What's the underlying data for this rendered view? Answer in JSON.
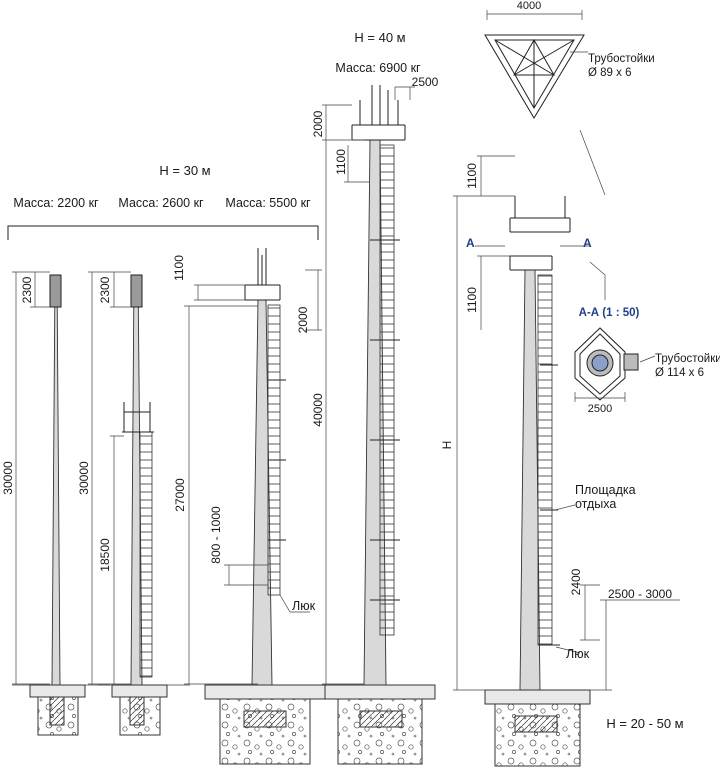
{
  "groups": {
    "h30": "H = 30 м",
    "h40": "H = 40 м",
    "h2050": "H = 20 - 50 м"
  },
  "mass": {
    "m2200": "Масса: 2200 кг",
    "m2600": "Масса: 2600 кг",
    "m5500": "Масса: 5500 кг",
    "m6900": "Масса: 6900 кг"
  },
  "dims": {
    "d30000a": "30000",
    "d2300a": "2300",
    "d30000b": "30000",
    "d2300b": "2300",
    "d18500": "18500",
    "d1100a": "1100",
    "d2000a": "2000",
    "d27000": "27000",
    "d800": "800 - 1000",
    "d2000b": "2000",
    "d1100b": "1100",
    "d2500a": "2500",
    "d40000": "40000",
    "d4000": "4000",
    "d1100c": "1100",
    "d1100d": "1100",
    "dH": "H",
    "d2500b": "2500",
    "d2400": "2400",
    "d2500_3000": "2500 - 3000"
  },
  "labels": {
    "hatch1": "Люк",
    "hatch2": "Люк",
    "pipes1": "Трубостойки",
    "pipes1_dim": "Ø 89 х 6",
    "pipes2": "Трубостойки",
    "pipes2_dim": "Ø 114 х 6",
    "section": "А-А (1 : 50)",
    "sec_a_left": "А",
    "sec_a_right": "А",
    "platform1": "Площадка",
    "platform2": "отдыха"
  }
}
